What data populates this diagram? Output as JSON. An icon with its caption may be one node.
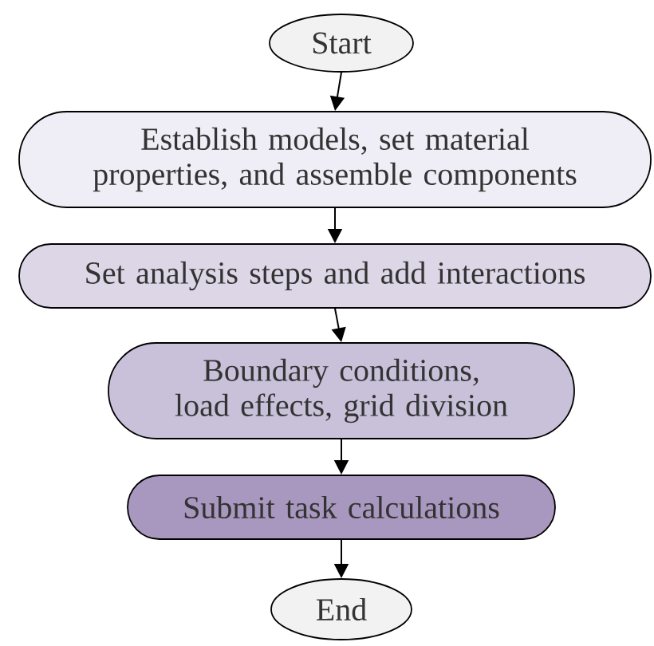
{
  "diagram": {
    "nodes": [
      {
        "text": [
          "Start"
        ]
      },
      {
        "text": [
          "Establish models, set material properties, and assemble components"
        ]
      },
      {
        "text": [
          "Set analysis steps and add interactions"
        ]
      },
      {
        "text": [
          "Boundary conditions, load effects, grid division"
        ]
      },
      {
        "text": [
          "Submit task calculations"
        ]
      },
      {
        "text": [
          "End"
        ]
      }
    ],
    "edges": [
      {
        "from": 0,
        "to": 1,
        "arrow": "to"
      },
      {
        "from": 1,
        "to": 2,
        "arrow": "to"
      },
      {
        "from": 2,
        "to": 3,
        "arrow": "to"
      },
      {
        "from": 3,
        "to": 4,
        "arrow": "to"
      },
      {
        "from": 4,
        "to": 5,
        "arrow": "to"
      }
    ]
  }
}
